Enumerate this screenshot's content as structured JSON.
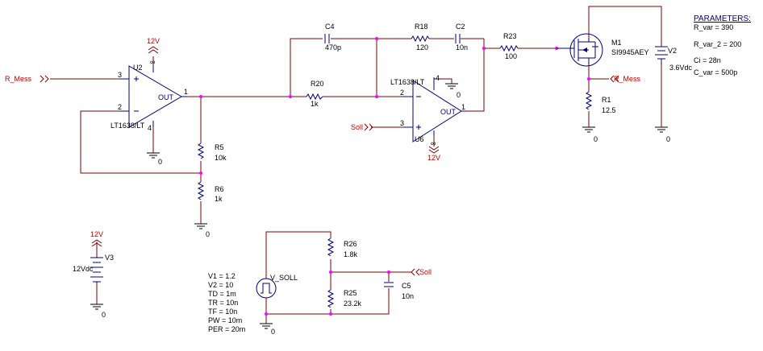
{
  "parameters": {
    "header": "PARAMETERS:",
    "lines": [
      "R_var = 390",
      "R_var_2 = 200",
      "Ci = 28n",
      "C_var = 500p"
    ]
  },
  "nets": {
    "r_mess": "R_Mess",
    "soll": "Soll",
    "v12": "12V",
    "gnd": "0"
  },
  "opamps": [
    {
      "ref": "U2",
      "part": "LT1638/LT",
      "out": "OUT",
      "pin_plus": "3",
      "pin_minus": "2",
      "pin_out": "1",
      "pin_v": "∞",
      "pin_g": "4"
    },
    {
      "ref": "U6",
      "part": "LT1638/LT",
      "out": "OUT",
      "pin_plus": "3",
      "pin_minus": "2",
      "pin_out": "1",
      "pin_v": "∞",
      "pin_g": "4"
    }
  ],
  "resistors": {
    "R5": {
      "ref": "R5",
      "value": "10k"
    },
    "R6": {
      "ref": "R6",
      "value": "1k"
    },
    "R20": {
      "ref": "R20",
      "value": "1k"
    },
    "R18": {
      "ref": "R18",
      "value": "120"
    },
    "R23": {
      "ref": "R23",
      "value": "100"
    },
    "R1": {
      "ref": "R1",
      "value": "12.5"
    },
    "R26": {
      "ref": "R26",
      "value": "1.8k"
    },
    "R25": {
      "ref": "R25",
      "value": "23.2k"
    }
  },
  "capacitors": {
    "C4": {
      "ref": "C4",
      "value": "470p"
    },
    "C2": {
      "ref": "C2",
      "value": "10n"
    },
    "C5": {
      "ref": "C5",
      "value": "10n"
    }
  },
  "mosfet": {
    "ref": "M1",
    "part": "SI9945AEY"
  },
  "sources": {
    "V2": {
      "ref": "V2",
      "value": "3.6Vdc"
    },
    "V3": {
      "ref": "V3",
      "value": "12Vdc"
    },
    "vsoll": {
      "ref": "V_SOLL",
      "params": [
        "V1 = 1.2",
        "V2 = 10",
        "TD = 1m",
        "TR = 10n",
        "TF = 10n",
        "PW = 10m",
        "PER = 20m"
      ]
    }
  },
  "colors": {
    "wire": "#800000",
    "part": "#000080",
    "net": "#c00000",
    "junction": "#ff00ff"
  }
}
